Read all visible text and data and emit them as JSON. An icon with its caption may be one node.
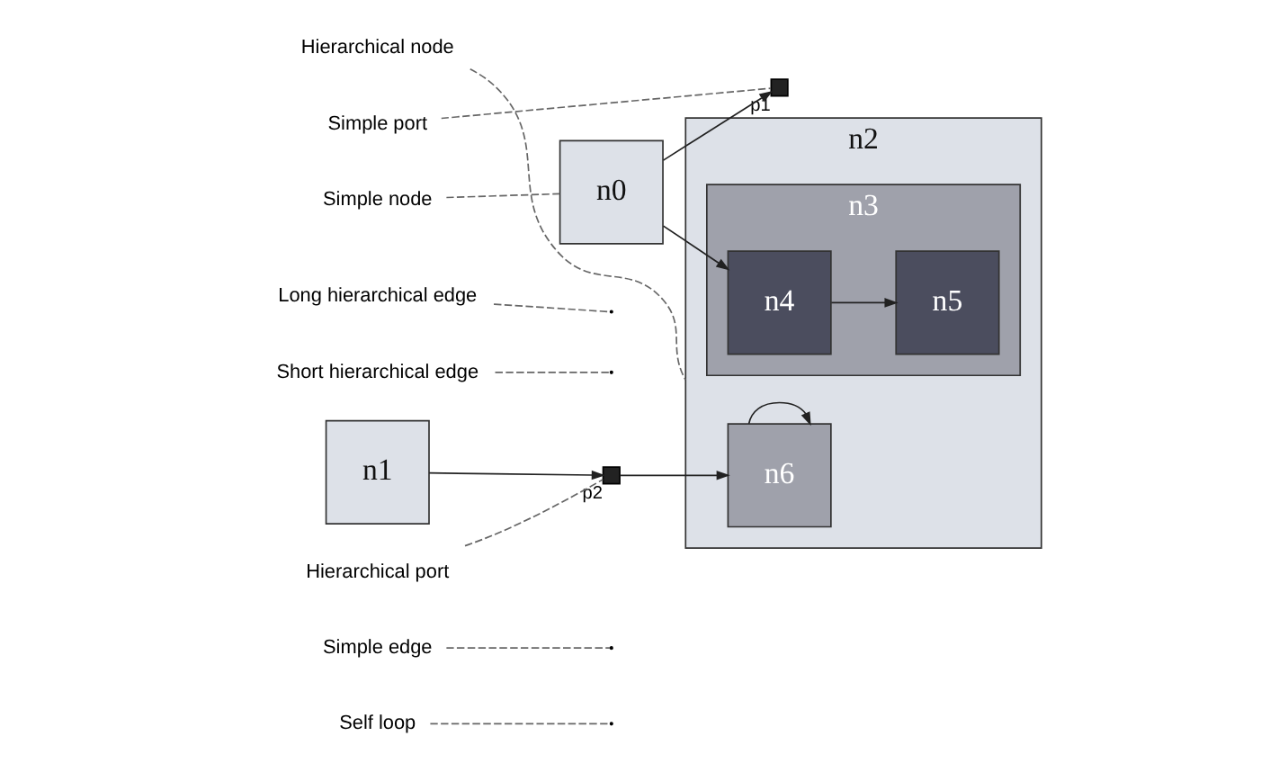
{
  "diagram": {
    "nodes": [
      {
        "text": [
          "Hierarchical node"
        ]
      },
      {
        "text": [
          "Simple port"
        ]
      },
      {
        "text": [
          "Simple node"
        ]
      },
      {
        "text": [
          "Long hierarchical edge"
        ]
      },
      {
        "text": [
          "Short hierarchical edge"
        ]
      },
      {
        "text": [
          "Hierarchical port"
        ]
      },
      {
        "text": [
          "Simple edge"
        ]
      },
      {
        "text": [
          "Self loop"
        ]
      },
      {
        "text": [
          "n0"
        ]
      },
      {
        "text": [
          "n1"
        ]
      },
      {
        "text": [
          "n2"
        ]
      },
      {
        "text": [
          "n3"
        ],
        "in": 10
      },
      {
        "text": [
          "n4"
        ],
        "in": 11
      },
      {
        "text": [
          "n5"
        ],
        "in": 11
      },
      {
        "text": [
          "n6"
        ],
        "in": 10
      },
      {
        "text": [],
        "shape": "box",
        "beside": [
          "p1"
        ]
      },
      {
        "text": [],
        "shape": "box",
        "beside": [
          "p2"
        ]
      }
    ],
    "edges": [
      {
        "from": 8,
        "to": 15,
        "arrow": "to",
        "color": "#222222"
      },
      {
        "from": 8,
        "to": 12,
        "arrow": "to",
        "color": "#222222"
      },
      {
        "from": 12,
        "to": 13,
        "arrow": "to",
        "color": "#222222"
      },
      {
        "from": 9,
        "to": 16,
        "arrow": "to",
        "color": "#222222"
      },
      {
        "from": 16,
        "to": 14,
        "arrow": "to",
        "color": "#222222"
      },
      {
        "from": 14,
        "to": 14,
        "arrow": "to",
        "color": "#222222"
      },
      {
        "from": 0,
        "to": 10,
        "arrow": "none",
        "style": "dashed"
      },
      {
        "from": 1,
        "to": 15,
        "arrow": "none",
        "style": "dashed"
      },
      {
        "from": 2,
        "to": 8,
        "arrow": "none",
        "style": "dashed"
      },
      {
        "from": 3,
        "to": null,
        "arrow": "none",
        "style": "dashed"
      },
      {
        "from": 4,
        "to": null,
        "arrow": "none",
        "style": "dashed"
      },
      {
        "from": 5,
        "to": 16,
        "arrow": "none",
        "style": "dashed"
      },
      {
        "from": 6,
        "to": null,
        "arrow": "none",
        "style": "dashed"
      },
      {
        "from": 7,
        "to": null,
        "arrow": "none",
        "style": "dashed"
      }
    ]
  }
}
